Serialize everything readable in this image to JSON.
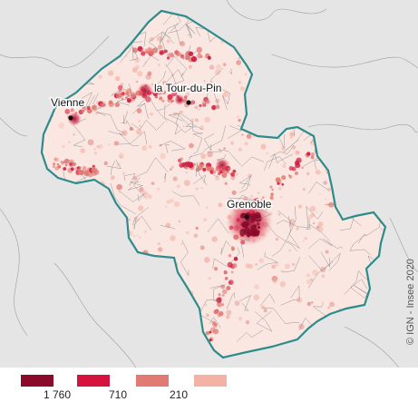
{
  "map": {
    "cities": [
      {
        "name": "Vienne"
      },
      {
        "name": "la Tour-du-Pin"
      },
      {
        "name": "Grenoble"
      }
    ],
    "colors": {
      "background": "#e5e5e5",
      "department_fill": "#ffffff",
      "department_outline": "#2e8b8b",
      "commune_lines": "#8a8a8a"
    }
  },
  "legend": {
    "classes": [
      {
        "color": "#8b0a2a",
        "label": "1 760"
      },
      {
        "color": "#d4143c",
        "label": "710"
      },
      {
        "color": "#e07a72",
        "label": "210"
      },
      {
        "color": "#f3b2a3",
        "label": ""
      }
    ]
  },
  "copyright": "© IGN - Insee 2020"
}
